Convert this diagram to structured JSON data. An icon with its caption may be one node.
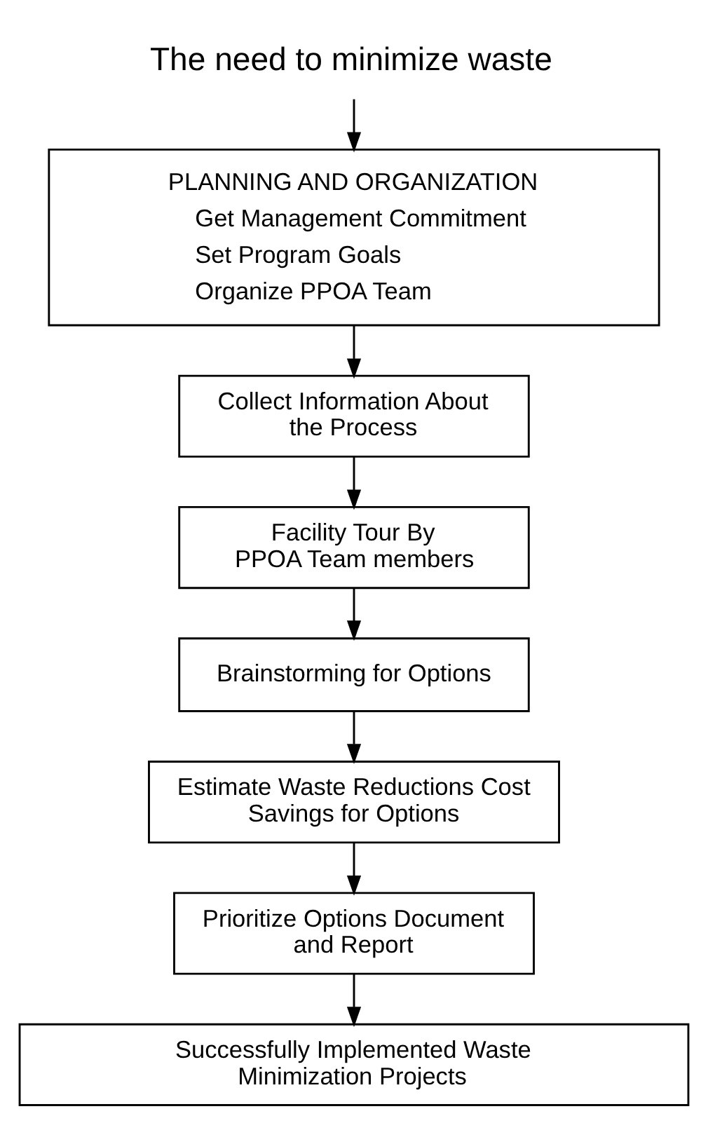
{
  "diagram": {
    "nodes": [
      {
        "text": [
          "The need to minimize waste"
        ]
      },
      {
        "text": [
          "PLANNING AND ORGANIZATION",
          "Get Management Commitment",
          "Set Program Goals",
          "Organize PPOA Team"
        ]
      },
      {
        "text": [
          "Collect Information About the Process"
        ]
      },
      {
        "text": [
          "Facility Tour By PPOA Team members"
        ]
      },
      {
        "text": [
          "Brainstorming for Options"
        ]
      },
      {
        "text": [
          "Estimate Waste Reductions Cost Savings for Options"
        ]
      },
      {
        "text": [
          "Prioritize Options Document and Report"
        ]
      },
      {
        "text": [
          "Successfully Implemented Waste Minimization Projects"
        ]
      }
    ],
    "edges": [
      {
        "from": 0,
        "to": 1,
        "arrow": "to"
      },
      {
        "from": 1,
        "to": 2,
        "arrow": "to"
      },
      {
        "from": 2,
        "to": 3,
        "arrow": "to"
      },
      {
        "from": 3,
        "to": 4,
        "arrow": "to"
      },
      {
        "from": 4,
        "to": 5,
        "arrow": "to"
      },
      {
        "from": 5,
        "to": 6,
        "arrow": "to"
      },
      {
        "from": 6,
        "to": 7,
        "arrow": "to"
      }
    ]
  }
}
